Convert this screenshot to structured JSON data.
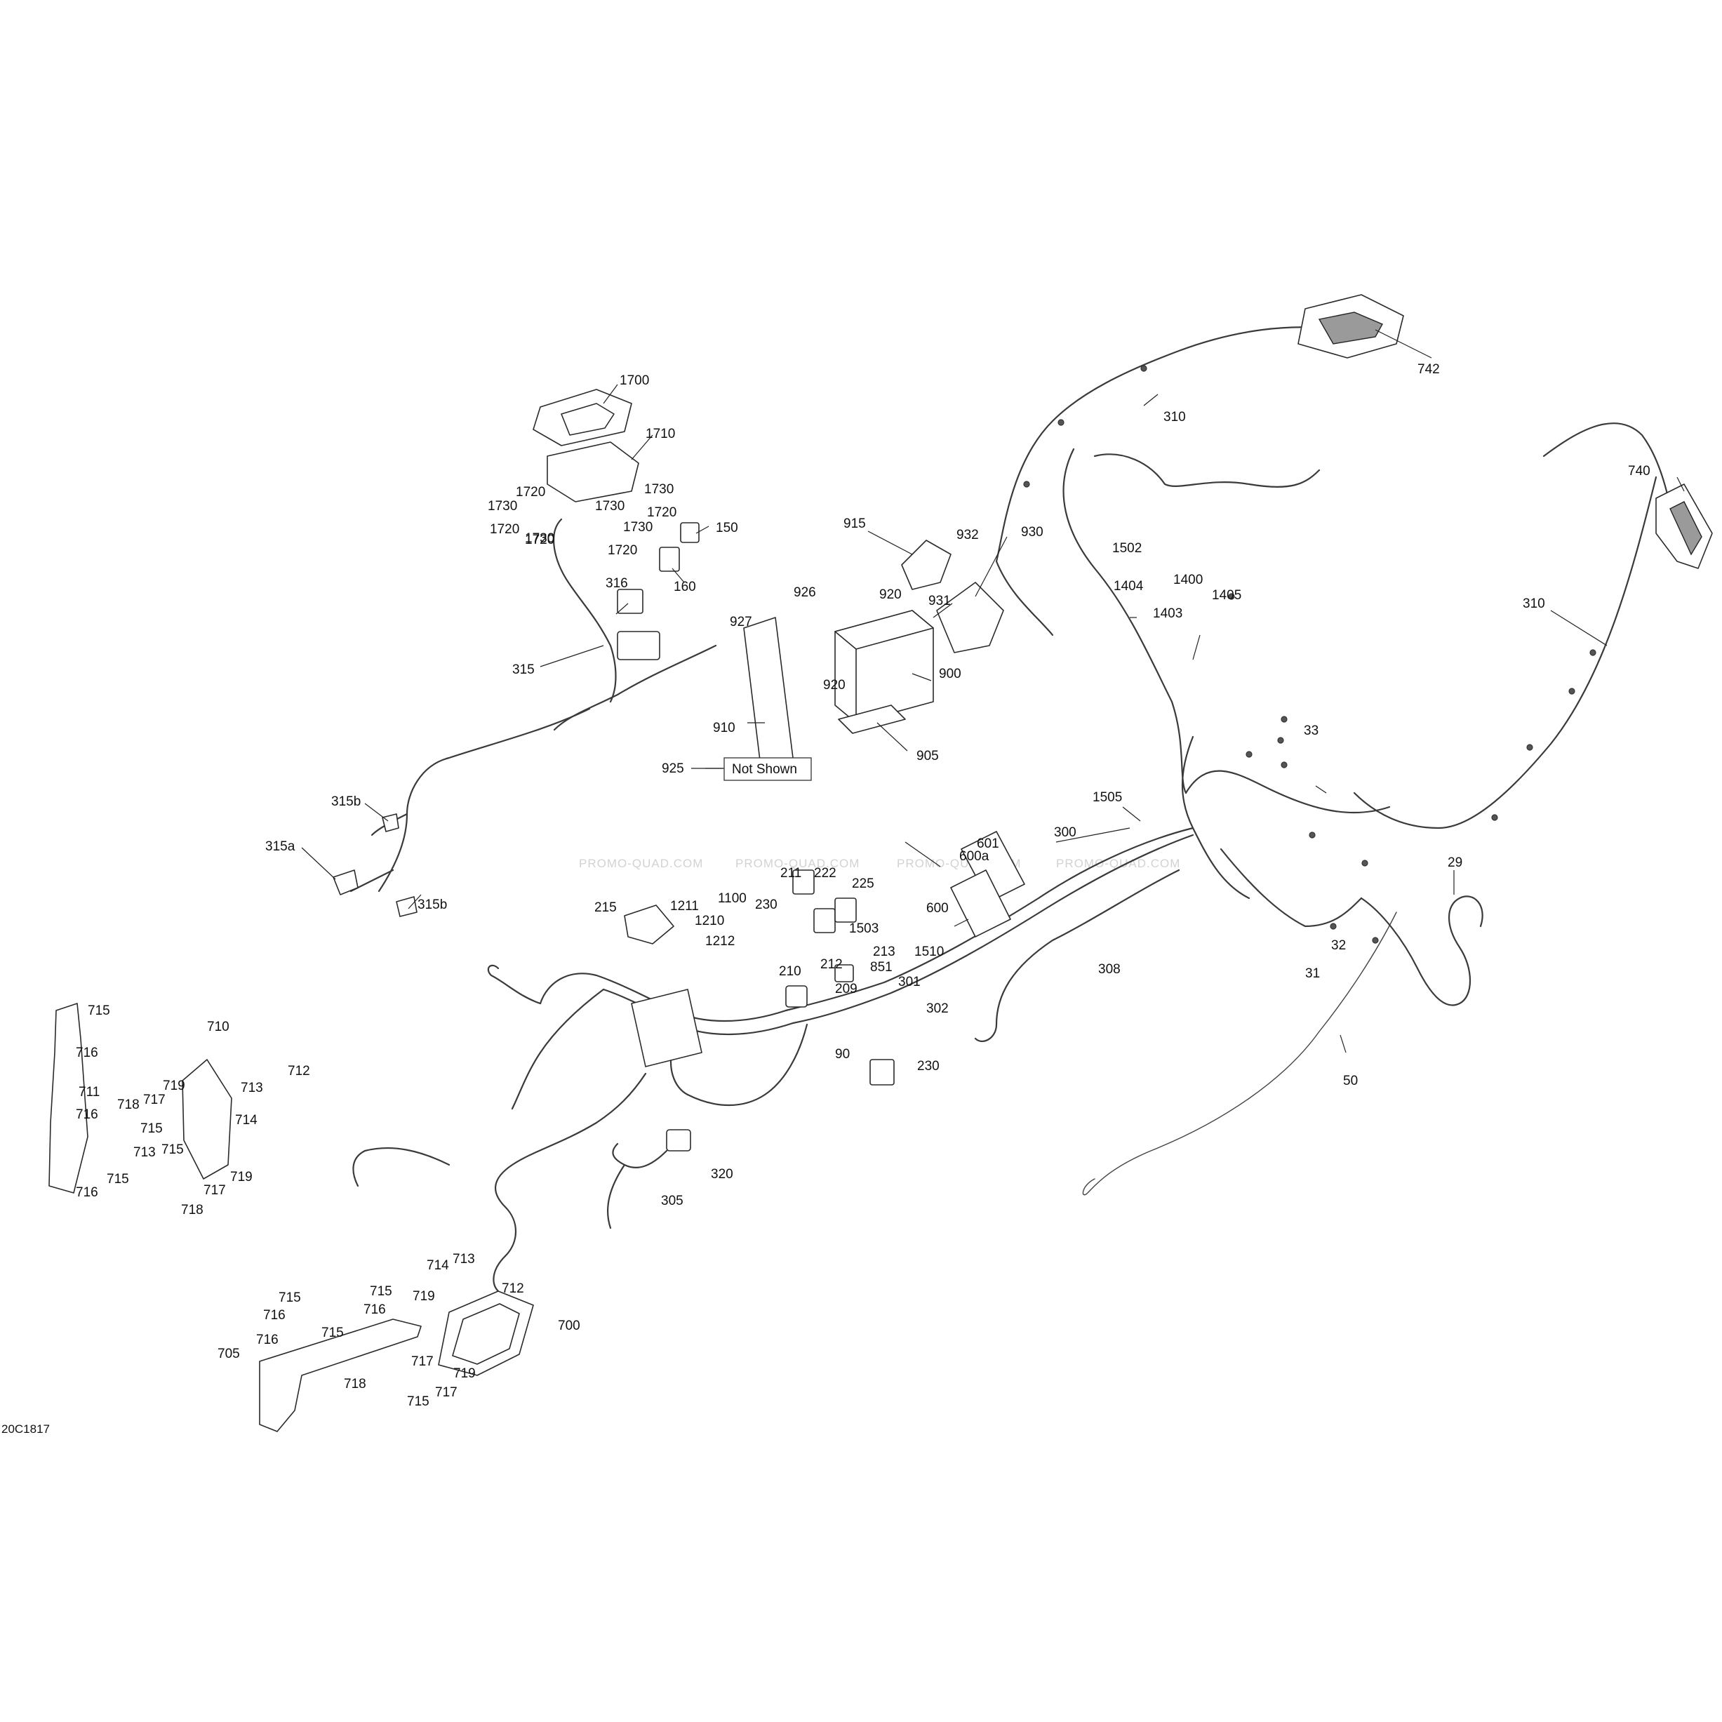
{
  "diagram_code": "20C1817",
  "watermark_text": "PROMO-QUAD.COM",
  "not_shown_note": {
    "ref": "925",
    "text": "Not Shown"
  },
  "callouts": [
    "1700",
    "1710",
    "1730",
    "1720",
    "1730",
    "1730",
    "1720",
    "1730",
    "1720",
    "1730",
    "1720",
    "1720",
    "150",
    "160",
    "316",
    "315",
    "315b",
    "315a",
    "315b",
    "915",
    "920",
    "930",
    "932",
    "931",
    "926",
    "927",
    "920",
    "900",
    "910",
    "905",
    "742",
    "310",
    "740",
    "310",
    "1502",
    "1404",
    "1400",
    "1405",
    "1403",
    "33",
    "1505",
    "300",
    "601",
    "600a",
    "600",
    "1510",
    "308",
    "29",
    "32",
    "31",
    "50",
    "215",
    "1211",
    "1210",
    "1212",
    "1100",
    "230",
    "211",
    "222",
    "225",
    "1503",
    "212",
    "213",
    "851",
    "301",
    "210",
    "209",
    "302",
    "230",
    "90",
    "715",
    "716",
    "711",
    "716",
    "715",
    "716",
    "710",
    "719",
    "717",
    "718",
    "713",
    "712",
    "714",
    "715",
    "713",
    "715",
    "719",
    "717",
    "718",
    "320",
    "305",
    "714",
    "713",
    "715",
    "716",
    "712",
    "715",
    "716",
    "716",
    "715",
    "700",
    "705",
    "719",
    "718",
    "717",
    "715",
    "719",
    "717"
  ]
}
